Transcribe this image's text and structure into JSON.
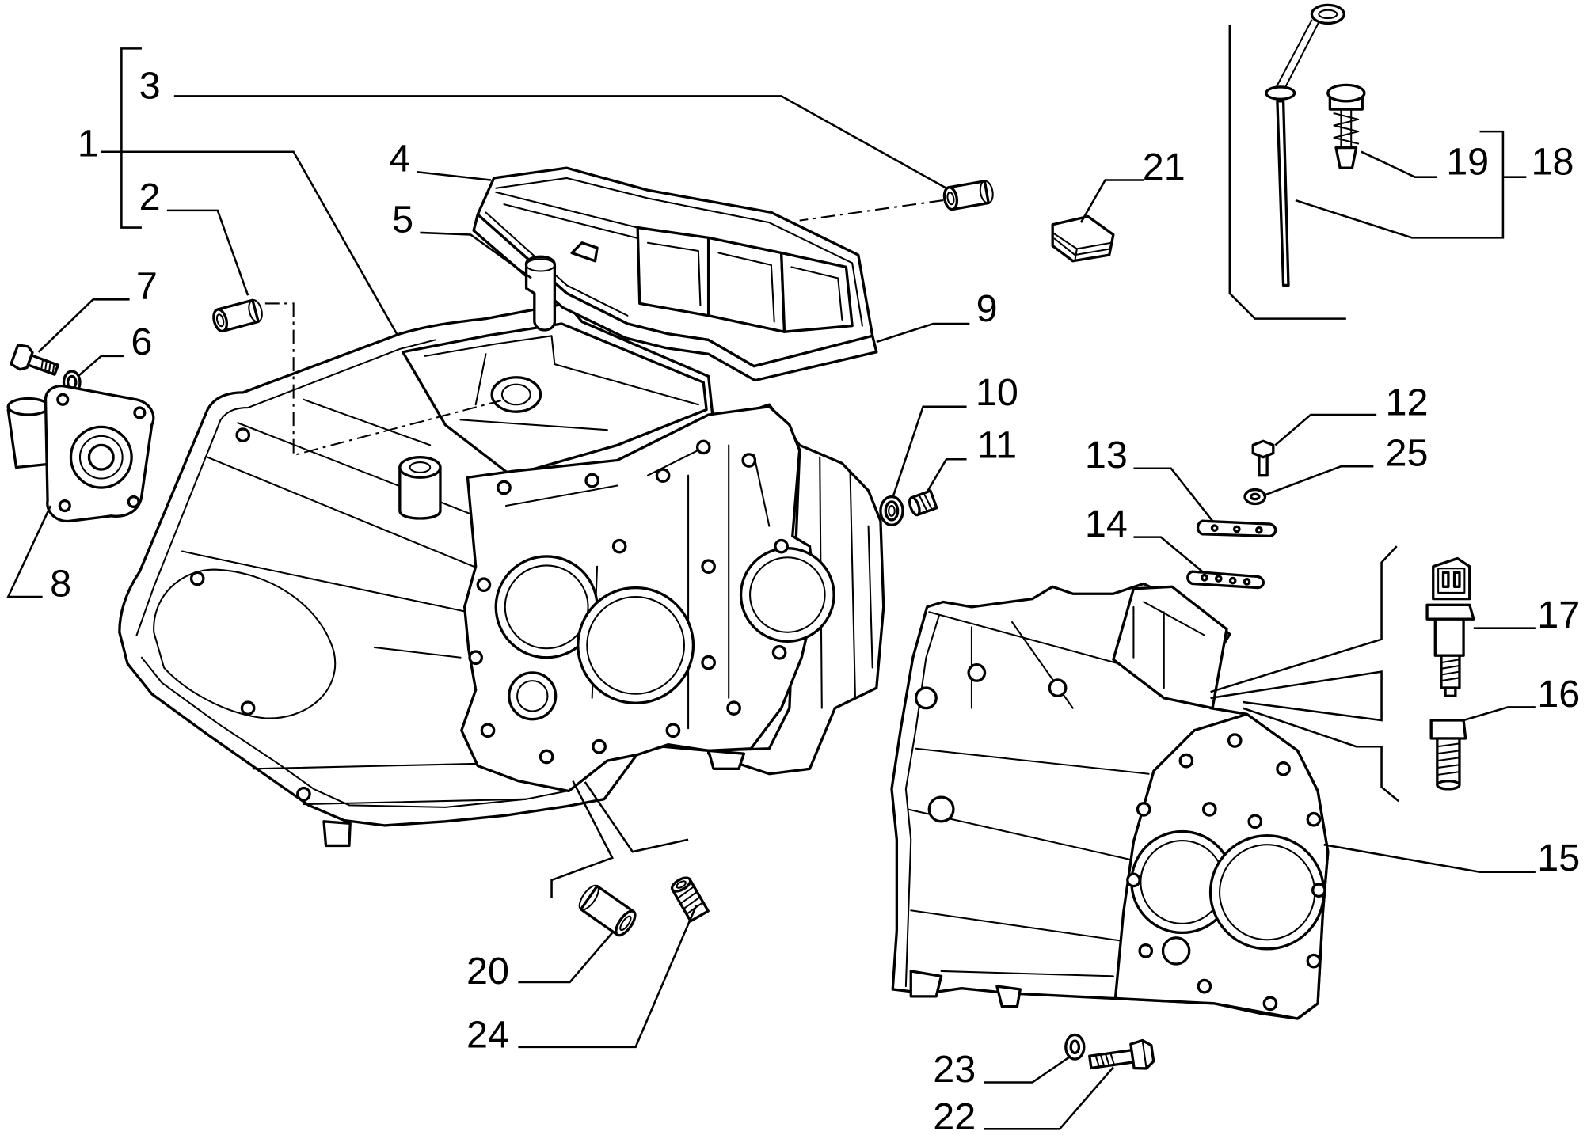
{
  "callouts": {
    "1": "1",
    "2": "2",
    "3": "3",
    "4": "4",
    "5": "5",
    "6": "6",
    "7": "7",
    "8": "8",
    "9": "9",
    "10": "10",
    "11": "11",
    "12": "12",
    "13": "13",
    "14": "14",
    "15": "15",
    "16": "16",
    "17": "17",
    "18": "18",
    "19": "19",
    "20": "20",
    "21": "21",
    "22": "22",
    "23": "23",
    "24": "24",
    "25": "25"
  }
}
